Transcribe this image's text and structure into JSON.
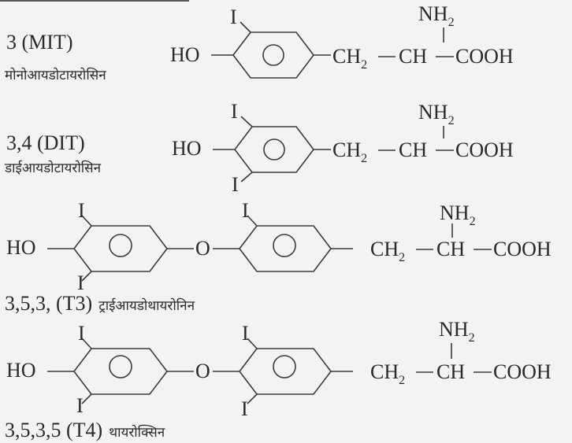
{
  "compounds": [
    {
      "code_label": "3 (MIT)",
      "hindi_name": "मोनोआयडोटायरोसिन",
      "hydroxyl": "HO",
      "iodines": [
        "I"
      ],
      "side_chain": {
        "ch2": "CH",
        "ch2_sub": "2",
        "ch": "CH",
        "acid": "COOH",
        "amine": "NH",
        "amine_sub": "2"
      }
    },
    {
      "code_label": "3,4 (DIT)",
      "hindi_name": "डाईआयडोटायरोसिन",
      "hydroxyl": "HO",
      "iodines": [
        "I",
        "I"
      ],
      "side_chain": {
        "ch2": "CH",
        "ch2_sub": "2",
        "ch": "CH",
        "acid": "COOH",
        "amine": "NH",
        "amine_sub": "2"
      }
    },
    {
      "code_label": "3,5,3, (T3)",
      "hindi_name": "ट्राईआयडोथायरोनिन",
      "hydroxyl": "HO",
      "bridge": "O",
      "iodines": [
        "I",
        "I",
        "I"
      ],
      "side_chain": {
        "ch2": "CH",
        "ch2_sub": "2",
        "ch": "CH",
        "acid": "COOH",
        "amine": "NH",
        "amine_sub": "2"
      }
    },
    {
      "code_label": "3,5,3,5 (T4)",
      "hindi_name": "थायरोक्सिन",
      "hydroxyl": "HO",
      "bridge": "O",
      "iodines": [
        "I",
        "I",
        "I",
        "I"
      ],
      "side_chain": {
        "ch2": "CH",
        "ch2_sub": "2",
        "ch": "CH",
        "acid": "COOH",
        "amine": "NH",
        "amine_sub": "2"
      }
    }
  ]
}
